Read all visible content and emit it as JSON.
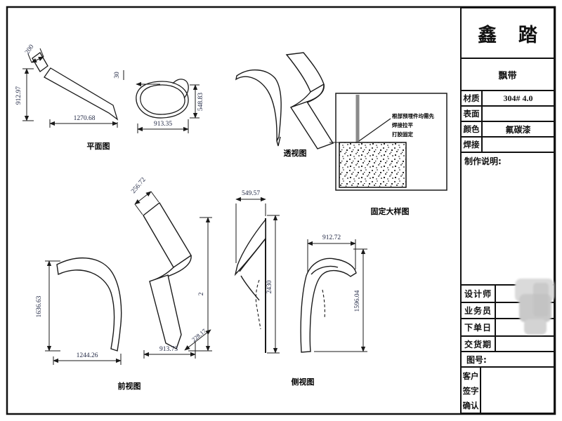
{
  "colors": {
    "line": "#1a1a1a",
    "dim_text": "#1c2340",
    "post_grey": "#8a8a8a",
    "blob_grey": "#cccccc"
  },
  "title_block": {
    "brand": "鑫 踏",
    "product_name": "飘带",
    "spec_rows": [
      {
        "label": "材质",
        "value": "304# 4.0"
      },
      {
        "label": "表面",
        "value": ""
      },
      {
        "label": "颜色",
        "value": "氟碳漆"
      },
      {
        "label": "焊接",
        "value": ""
      }
    ],
    "notes_label": "制作说明:",
    "info_rows": [
      {
        "label": "设计师",
        "value": ""
      },
      {
        "label": "业务员",
        "value": ""
      },
      {
        "label": "下单日",
        "value": ""
      },
      {
        "label": "交货期",
        "value": ""
      }
    ],
    "drawing_no_label": "图号:",
    "customer_sign_lines": [
      "客户",
      "签字",
      "确认"
    ]
  },
  "views": {
    "plan": {
      "label": "平面图",
      "dim_width": "1270.68",
      "dim_height": "912.97",
      "dim_end": "200"
    },
    "top": {
      "dim_width": "913.35",
      "dim_height": "548.83",
      "dim_thickness": "30"
    },
    "perspective": {
      "label": "透视图"
    },
    "fixing_detail": {
      "label": "固定大样图",
      "note_lines": [
        "根部预埋件均需先",
        "焊接拉平",
        "打胶固定"
      ]
    },
    "front": {
      "label": "前视图",
      "arc_height": "1636.63",
      "arc_width": "1244.26",
      "ribbon_top": "256.72",
      "ribbon_width": "913.73",
      "ribbon_end": "228.17",
      "ribbon_height": "2"
    },
    "side": {
      "label": "侧视图",
      "flag_width": "549.57",
      "flag_height": "2430",
      "arch_width": "912.72",
      "arch_height": "1596.04"
    }
  }
}
